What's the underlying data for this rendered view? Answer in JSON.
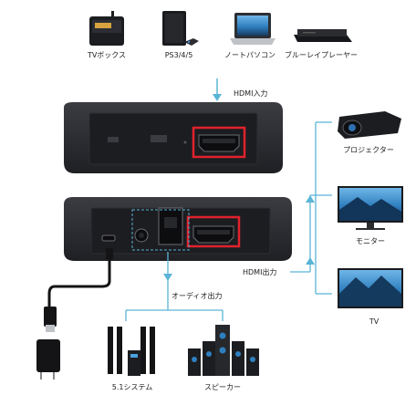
{
  "sources": {
    "tv_box": "TVボックス",
    "ps": "PS3/4/5",
    "laptop": "ノートパソコン",
    "bluray": "ブルーレイプレーヤー"
  },
  "hdmi_input": "HDMI入力",
  "hdmi_output": "HDMI出力",
  "audio_output": "オーディオ出力",
  "displays": {
    "projector": "プロジェクター",
    "monitor": "モニター",
    "tv": "TV"
  },
  "audio_devices": {
    "surround": "5.1システム",
    "speaker": "スピーカー"
  },
  "colors": {
    "accent": "#5ab4d6",
    "device": "#2b2d31"
  }
}
